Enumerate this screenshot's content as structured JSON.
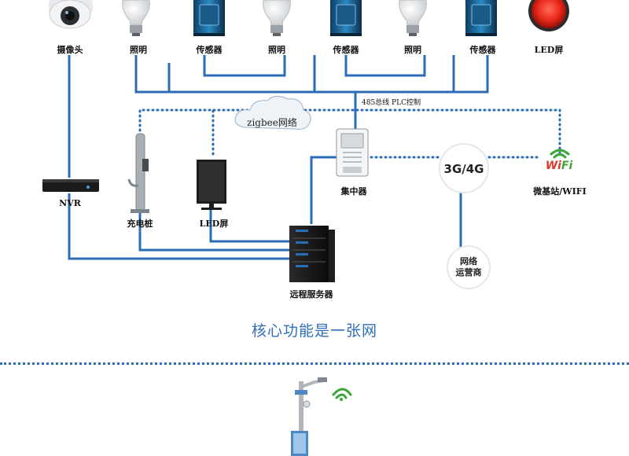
{
  "labels": {
    "camera": "摄像头",
    "light1": "照明",
    "sensor1": "传感器",
    "light2": "照明",
    "sensor2": "传感器",
    "light3": "照明",
    "sensor3": "传感器",
    "led_top": "LED屏",
    "bus": "485总线 PLC控制",
    "zigbee": "zigbee网络",
    "concentrator": "集中器",
    "g34": "3G/4G",
    "wifi_word": "WiFi",
    "microstation": "微基站/WIFI",
    "nvr": "NVR",
    "charger": "充电桩",
    "led_mid": "LED屏",
    "server": "远程服务器",
    "network_line1": "网络",
    "network_line2": "运营商"
  },
  "headline": "核心功能是一张网",
  "colors": {
    "line": "#2b6cb5",
    "dotted": "#2b6cb5",
    "headline": "#2e6fb8",
    "wifi_red": "#d93a2b",
    "wifi_green": "#3aa63a"
  },
  "icons": [
    "camera-icon",
    "bulb-icon",
    "sensor-icon",
    "led-panel-icon",
    "cloud-icon",
    "concentrator-icon",
    "wifi-icon",
    "nvr-icon",
    "charger-icon",
    "monitor-icon",
    "server-icon",
    "smart-pole-icon",
    "signal-icon"
  ]
}
